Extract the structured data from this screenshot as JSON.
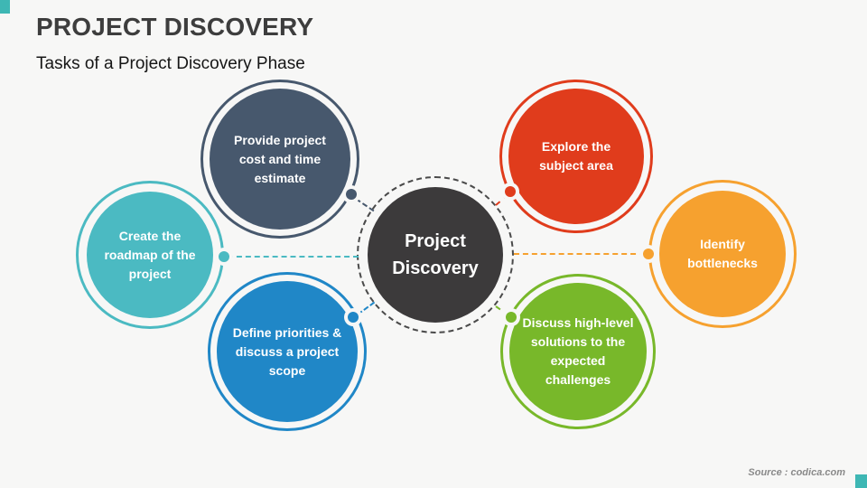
{
  "slide": {
    "title": "PROJECT DISCOVERY",
    "subtitle": "Tasks of a Project Discovery Phase",
    "source": "Source : codica.com",
    "accent_color": "#3eb7b4",
    "background_color": "#f7f7f6"
  },
  "center": {
    "label": "Project Discovery",
    "color": "#3c3a3b"
  },
  "nodes": [
    {
      "id": "cost-estimate",
      "label": "Provide project cost and time estimate",
      "color": "#47586d"
    },
    {
      "id": "explore-subject",
      "label": "Explore the subject area",
      "color": "#e03c1c"
    },
    {
      "id": "roadmap",
      "label": "Create the roadmap of the project",
      "color": "#4bbac2"
    },
    {
      "id": "bottlenecks",
      "label": "Identify bottlenecks",
      "color": "#f6a12f"
    },
    {
      "id": "priorities",
      "label": "Define priorities & discuss a project scope",
      "color": "#2087c7"
    },
    {
      "id": "solutions",
      "label": "Discuss high-level solutions to the expected challenges",
      "color": "#78b82a"
    }
  ]
}
